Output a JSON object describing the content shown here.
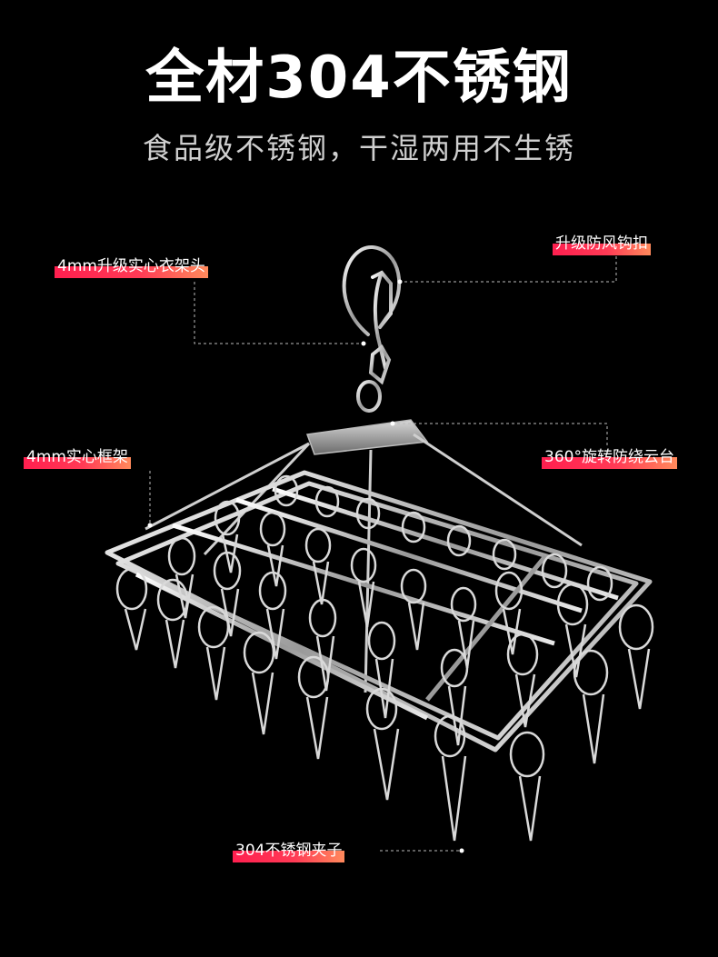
{
  "header": {
    "title": "全材304不锈钢",
    "subtitle": "食品级不锈钢，干湿两用不生锈"
  },
  "callouts": [
    {
      "id": "hanger-head",
      "text": "4mm升级实心衣架头"
    },
    {
      "id": "windproof-hook",
      "text": "升级防风钩扣"
    },
    {
      "id": "frame",
      "text": "4mm实心框架"
    },
    {
      "id": "swivel",
      "text": "360°旋转防绕云台"
    },
    {
      "id": "clips",
      "text": "304不锈钢夹子"
    }
  ],
  "colors": {
    "background": "#000000",
    "label_gradient_start": "#ff1f4f",
    "label_gradient_end": "#ff8a5c",
    "leader_line": "#bbbbbb"
  }
}
